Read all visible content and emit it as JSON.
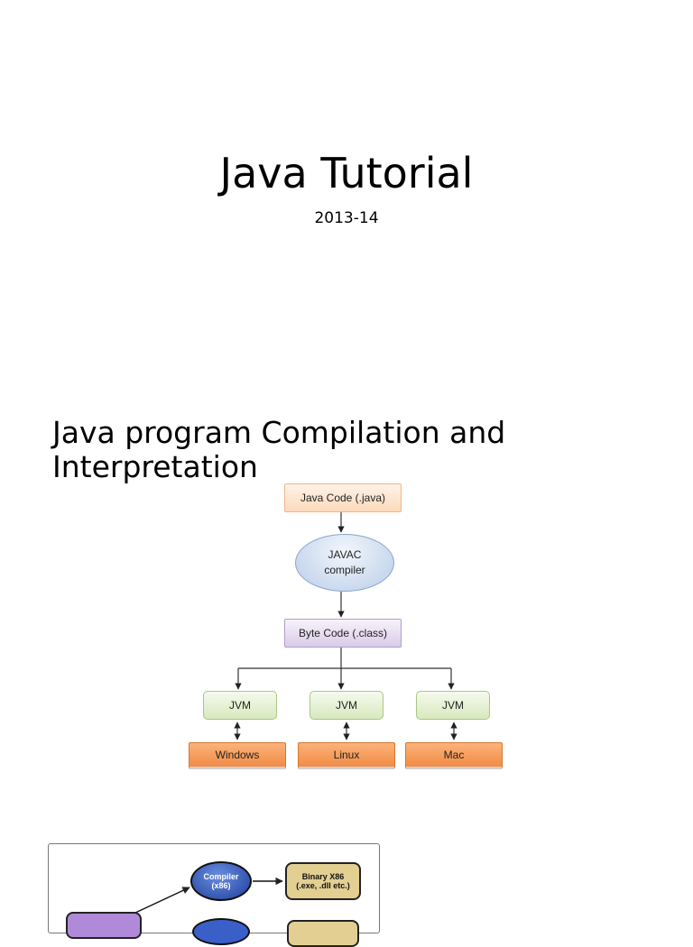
{
  "slide1": {
    "title": "Java Tutorial",
    "subtitle": "2013-14"
  },
  "slide2": {
    "heading": "Java program Compilation and Interpretation",
    "diagram": {
      "source": "Java Code (.java)",
      "compiler_line1": "JAVAC",
      "compiler_line2": "compiler",
      "bytecode": "Byte Code (.class)",
      "vms": [
        "JVM",
        "JVM",
        "JVM"
      ],
      "platforms": [
        "Windows",
        "Linux",
        "Mac"
      ]
    }
  },
  "slide3": {
    "compiler_line1": "Compiler",
    "compiler_line2": "(x86)",
    "binary_line1": "Binary X86",
    "binary_line2": "(.exe, .dll etc.)"
  },
  "colors": {
    "java_code_fill": "#fcd9bb",
    "javac_fill": "#b9cde8",
    "bytecode_fill": "#d8cbe8",
    "jvm_fill": "#d8e8bd",
    "platform_fill": "#f28c45"
  }
}
